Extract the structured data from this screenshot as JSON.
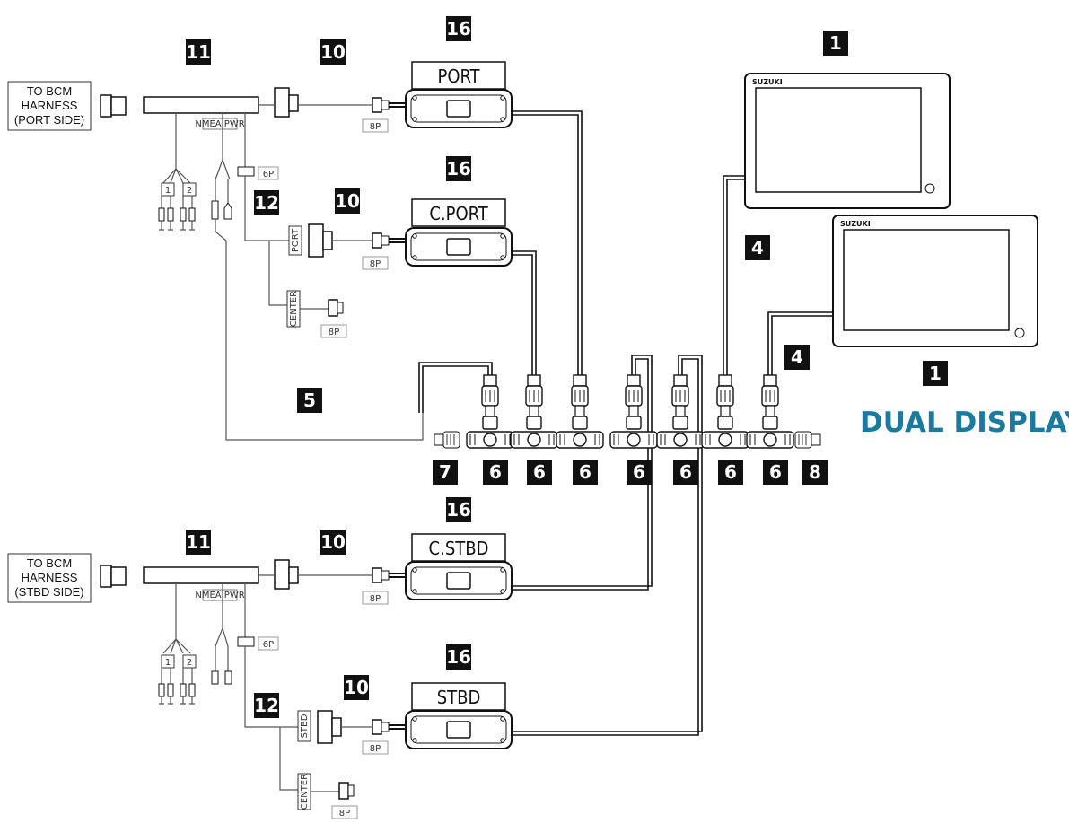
{
  "harness": {
    "port_text": [
      "TO BCM",
      "HARNESS",
      "(PORT SIDE)"
    ],
    "stbd_text": [
      "TO BCM",
      "HARNESS",
      "(STBD SIDE)"
    ]
  },
  "modules": {
    "port": "PORT",
    "cport": "C.PORT",
    "cstbd": "C.STBD",
    "stbd": "STBD"
  },
  "labels": {
    "nmea_pwr": "NMEA PWR",
    "six_p": "6P",
    "eight_p": "8P",
    "port_tag": "PORT",
    "stbd_tag": "STBD",
    "center_tag": "CENTER",
    "fuse_1": "1",
    "fuse_2": "2"
  },
  "display": {
    "brand": "SUZUKI",
    "title": "DUAL DISPLAY"
  },
  "callouts": {
    "c1": "1",
    "c4": "4",
    "c5": "5",
    "c6": "6",
    "c7": "7",
    "c8": "8",
    "c10": "10",
    "c11": "11",
    "c12": "12",
    "c16": "16"
  },
  "colors": {
    "accent": "#1a7aa0",
    "badge": "#111111"
  }
}
